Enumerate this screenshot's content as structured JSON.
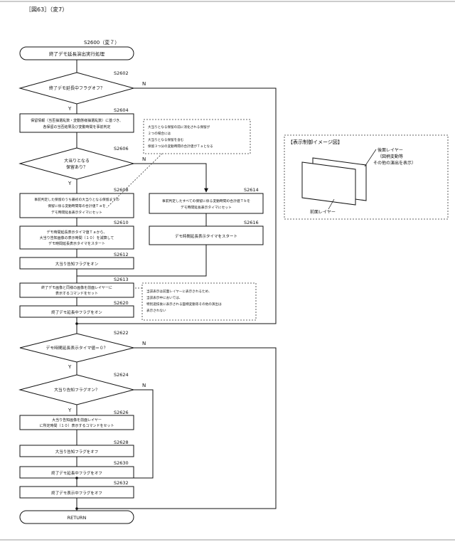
{
  "figure_caption": "［図63］（変7）",
  "start": {
    "id": "S2600（変７）",
    "label": "終了デモ延長演出実行処理"
  },
  "end": {
    "label": "RETURN"
  },
  "steps": {
    "s2602": {
      "id": "S2602",
      "text": [
        "終了デモ延長中フラグオフ？"
      ]
    },
    "s2604": {
      "id": "S2604",
      "text": [
        "保留情報（当否抽選乱数・変動態様抽選乱数）に基づき、",
        "各保留の当否結果及び変動時間を事前判定"
      ]
    },
    "s2606": {
      "id": "S2606",
      "text": [
        "大当りとなる",
        "保留あり？"
      ]
    },
    "s2608": {
      "id": "S2608",
      "text": [
        "事前判定した保留のうち最初の大当りとなる保留までの",
        "保留に係る変動時間等の合計値Ｔａを",
        "デモ時間延長表示タイマにセット"
      ]
    },
    "s2610": {
      "id": "S2610",
      "text": [
        "デモ時間延長表示タイマ値Ｔａから、",
        "大当り告知画像の表示時間（１０）を減算して",
        "デモ時間延長表示タイマをスタート"
      ]
    },
    "s2612": {
      "id": "S2612",
      "text": [
        "大当り告知フラグをオン"
      ]
    },
    "s2613": {
      "id": "S2613",
      "text": [
        "終了デモ画像と同様の画像を前面レイヤーに",
        "表示するコマンドをセット"
      ]
    },
    "s2614": {
      "id": "S2614",
      "text": [
        "事前判定したすべての保留に係る変動時間の合計値Ｔｂを",
        "デモ時間延長表示タイマにセット"
      ]
    },
    "s2616": {
      "id": "S2616",
      "text": [
        "デモ時間延長表示タイマをスタート"
      ]
    },
    "s2620": {
      "id": "S2620",
      "text": [
        "終了デモ延長中フラグをオン"
      ]
    },
    "s2622": {
      "id": "S2622",
      "text": [
        "デモ時間延長表示タイマ値＝０？"
      ]
    },
    "s2624": {
      "id": "S2624",
      "text": [
        "大当り告知フラグオン？"
      ]
    },
    "s2626": {
      "id": "S2626",
      "text": [
        "大当り告知画像を前面レイヤー",
        "に所定時間（１０）表示するコマンドをセット"
      ]
    },
    "s2628": {
      "id": "S2628",
      "text": [
        "大当り告知フラグをオフ"
      ]
    },
    "s2630": {
      "id": "S2630",
      "text": [
        "終了デモ延長中フラグをオフ"
      ]
    },
    "s2632": {
      "id": "S2632",
      "text": [
        "終了デモ表示中フラグをオフ"
      ]
    }
  },
  "branch_labels": {
    "yes": "Y",
    "no": "N"
  },
  "notes": {
    "note1": [
      "大当りとなる保留の前に消化される保留が",
      "２つの場合には",
      "大当りとなる保留を含む",
      "保留３つ分の変動時間の合計値がＴａとなる"
    ],
    "note2": [
      "当該表示は前面レイヤーに表示されるため、",
      "当該表示中においては、",
      "特別遊技後に表示される図柄変動等その他の演出は",
      "表示されない"
    ]
  },
  "image_panel": {
    "title": "【表示制御イメージ図】",
    "back_layer": [
      "後面レイヤー",
      "（図柄変動等",
      "その他の演出を表示）"
    ],
    "front_layer": "前面レイヤー"
  }
}
